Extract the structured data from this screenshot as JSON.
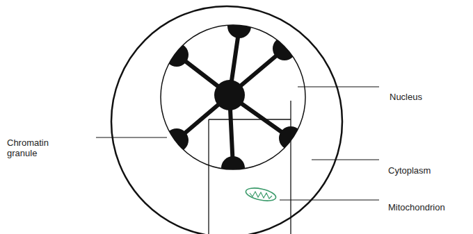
{
  "diagram": {
    "labels": [
      "Nucleus",
      "Chromatin granule",
      "Cytoplasm",
      "Mitochondrion"
    ]
  }
}
